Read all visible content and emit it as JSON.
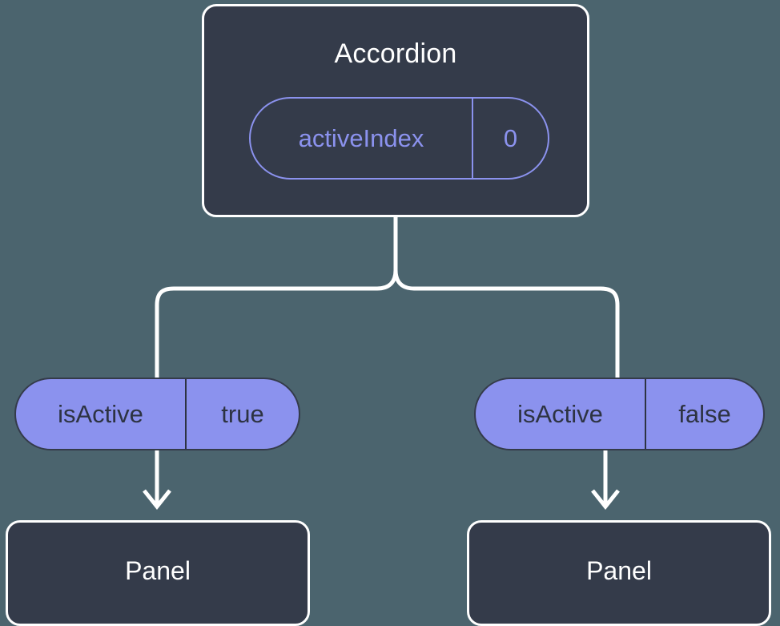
{
  "diagram": {
    "background_color": "#4b646e",
    "node_fill_color": "#343b4a",
    "node_border_color": "#ffffff",
    "accent_color": "#8b92ee",
    "connector_color": "#ffffff"
  },
  "root": {
    "title": "Accordion",
    "state": {
      "key": "activeIndex",
      "value": "0"
    }
  },
  "branches": [
    {
      "prop": {
        "key": "isActive",
        "value": "true"
      },
      "child": {
        "title": "Panel"
      }
    },
    {
      "prop": {
        "key": "isActive",
        "value": "false"
      },
      "child": {
        "title": "Panel"
      }
    }
  ]
}
